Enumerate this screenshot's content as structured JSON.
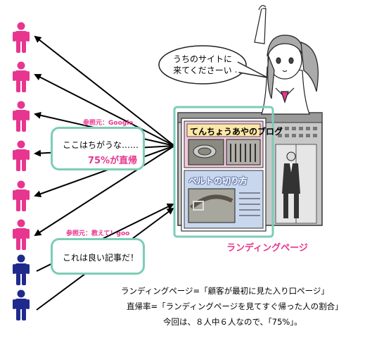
{
  "callouts": {
    "top": {
      "referrer": "参照元：Google",
      "line1": "ここはちがうな……",
      "line2": "75%が直帰"
    },
    "bottom": {
      "referrer": "参照元：教えて！goo",
      "line1": "これは良い記事だ！"
    }
  },
  "speech_bubble": {
    "line1": "うちのサイトに",
    "line2": "来てくださーい"
  },
  "landing_page": {
    "blog_title": "てんちょうあやのブログ",
    "article_title": "ベルトの切り方",
    "caption": "ランディングページ"
  },
  "explanation": {
    "line1": "ランディングページ=「顧客が最初に見た入り口ページ」",
    "line2": "直帰率=「ランディングページを見てすぐ帰った人の割合」",
    "line3": "今回は、８人中６人なので、「75%」。"
  },
  "visitors": {
    "total": 8,
    "bounced": 6
  },
  "colors": {
    "bounce": "#e8358f",
    "stay": "#1f2a8c",
    "accent": "#7ccdb8",
    "pink_bg": "#f3c9dd"
  },
  "icons": [
    "person-icon",
    "arrow-icon",
    "belt-photo-icon",
    "store-photo-icon",
    "suited-man-icon",
    "waving-girl-icon"
  ]
}
